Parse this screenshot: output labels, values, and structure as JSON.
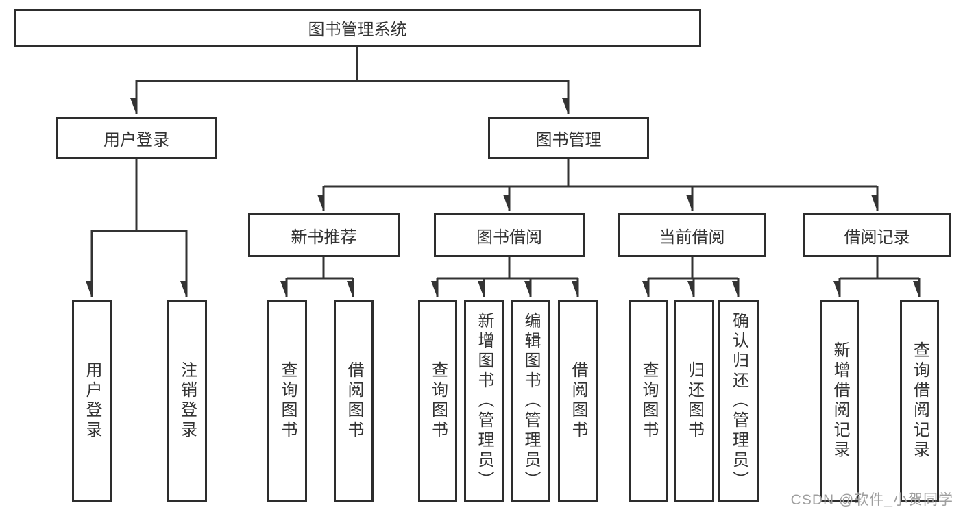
{
  "tree": {
    "root": {
      "label": "图书管理系统"
    },
    "branches": [
      {
        "label": "用户登录",
        "children": [
          {
            "label": "用户登录"
          },
          {
            "label": "注销登录"
          }
        ]
      },
      {
        "label": "图书管理",
        "children": [
          {
            "label": "新书推荐",
            "children": [
              {
                "label": "查询图书"
              },
              {
                "label": "借阅图书"
              }
            ]
          },
          {
            "label": "图书借阅",
            "children": [
              {
                "label": "查询图书"
              },
              {
                "label": "新增图书（管理员）"
              },
              {
                "label": "编辑图书（管理员）"
              },
              {
                "label": "借阅图书"
              }
            ]
          },
          {
            "label": "当前借阅",
            "children": [
              {
                "label": "查询图书"
              },
              {
                "label": "归还图书"
              },
              {
                "label": "确认归还（管理员）"
              }
            ]
          },
          {
            "label": "借阅记录",
            "children": [
              {
                "label": "新增借阅记录"
              },
              {
                "label": "查询借阅记录"
              }
            ]
          }
        ]
      }
    ]
  },
  "watermark": {
    "text": "CSDN @软件_小贺同学"
  },
  "colors": {
    "line": "#333333",
    "border": "#2d2d2d",
    "text": "#333333",
    "watermark": "#9e9e9e",
    "background": "#ffffff",
    "boxfill": "#ffffff"
  }
}
